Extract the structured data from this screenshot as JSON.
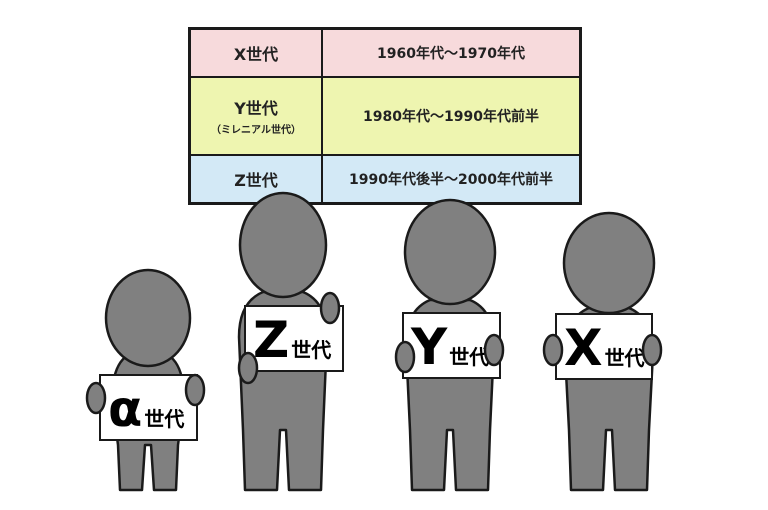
{
  "table": {
    "rows": [
      {
        "generation": "X世代",
        "note": "",
        "period": "1960年代〜1970年代",
        "color": "#f7dadc"
      },
      {
        "generation": "Y世代",
        "note": "（ミレニアル世代）",
        "period": "1980年代〜1990年代前半",
        "color": "#eef5b0"
      },
      {
        "generation": "Z世代",
        "note": "",
        "period": "1990年代後半〜2000年代前半",
        "color": "#d3e9f6"
      }
    ]
  },
  "figures": [
    {
      "letter": "α",
      "suffix": "世代"
    },
    {
      "letter": "Z",
      "suffix": "世代"
    },
    {
      "letter": "Y",
      "suffix": "世代"
    },
    {
      "letter": "X",
      "suffix": "世代"
    }
  ],
  "colors": {
    "figure": "#808080",
    "outline": "#1a1a1a"
  }
}
